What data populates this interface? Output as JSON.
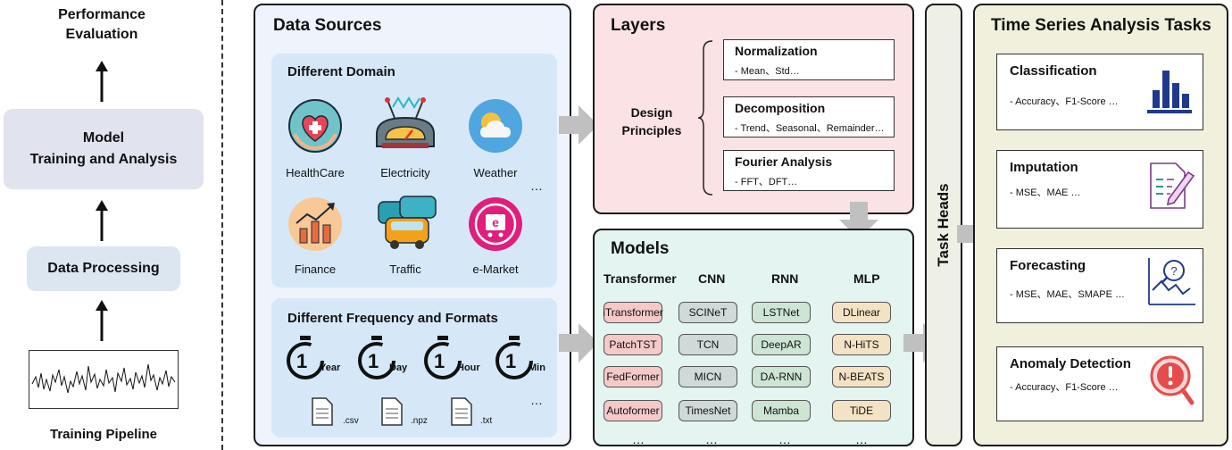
{
  "pipeline": {
    "eval": "Performance\nEvaluation",
    "model": "Model\nTraining and Analysis",
    "processing": "Data Processing",
    "caption": "Training Pipeline"
  },
  "data_sources": {
    "title": "Data Sources",
    "domain_title": "Different Domain",
    "domains": [
      "HealthCare",
      "Electricity",
      "Weather",
      "Finance",
      "Traffic",
      "e-Market"
    ],
    "domain_more": "…",
    "freq_title": "Different Frequency and Formats",
    "freq_digit": "1",
    "freqs": [
      "Year",
      "Day",
      "Hour",
      "Min"
    ],
    "formats": [
      ".csv",
      ".npz",
      ".txt"
    ],
    "freq_more": "…"
  },
  "layers": {
    "title": "Layers",
    "design": "Design\nPrinciples",
    "items": [
      {
        "title": "Normalization",
        "desc": "- Mean、Std…"
      },
      {
        "title": "Decomposition",
        "desc": "- Trend、Seasonal、Remainder…"
      },
      {
        "title": "Fourier Analysis",
        "desc": "- FFT、DFT…"
      }
    ]
  },
  "models": {
    "title": "Models",
    "columns": [
      {
        "name": "Transformer",
        "items": [
          "iTransformer",
          "PatchTST",
          "FedFormer",
          "Autoformer"
        ],
        "color": "#f6c9c9"
      },
      {
        "name": "CNN",
        "items": [
          "SCINeT",
          "TCN",
          "MICN",
          "TimesNet"
        ],
        "color": "#cfdad8"
      },
      {
        "name": "RNN",
        "items": [
          "LSTNet",
          "DeepAR",
          "DA-RNN",
          "Mamba"
        ],
        "color": "#cde5d2"
      },
      {
        "name": "MLP",
        "items": [
          "DLinear",
          "N-HiTS",
          "N-BEATS",
          "TiDE"
        ],
        "color": "#f3e2c4"
      }
    ],
    "more": "…"
  },
  "task_heads": "Task Heads",
  "tasks": {
    "title": "Time Series Analysis Tasks",
    "items": [
      {
        "title": "Classification",
        "desc": "- Accuracy、F1-Score …",
        "icon": "bar-chart-icon"
      },
      {
        "title": "Imputation",
        "desc": "- MSE、MAE …",
        "icon": "document-pen-icon"
      },
      {
        "title": "Forecasting",
        "desc": "- MSE、MAE、SMAPE …",
        "icon": "forecast-chart-icon"
      },
      {
        "title": "Anomaly Detection",
        "desc": "- Accuracy、F1-Score …",
        "icon": "alert-magnifier-icon"
      }
    ]
  },
  "colors": {
    "data_sources_bg": "#eef3fc",
    "layers_bg": "#fbe3e5",
    "models_bg": "#e3f4f1",
    "task_heads_bg": "#eef0e6",
    "tasks_bg": "#f1f0dc",
    "pipeline_box": "#e1e3ef",
    "arrow_gray": "#c0c0c0"
  }
}
